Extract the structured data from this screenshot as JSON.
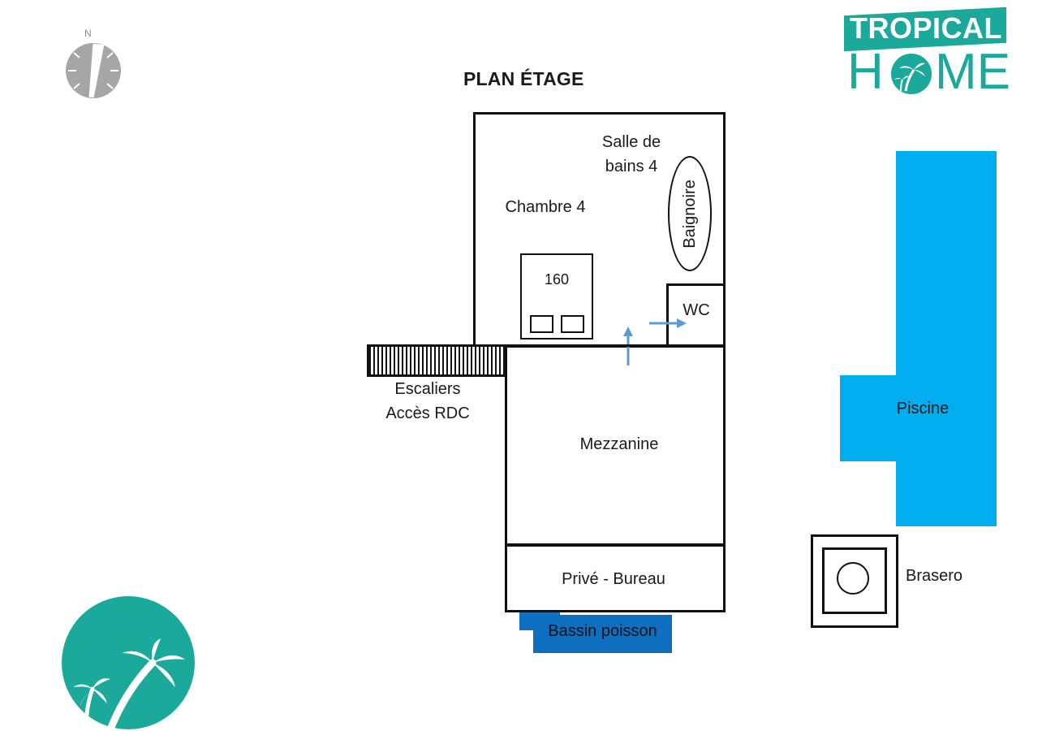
{
  "title": "PLAN ÉTAGE",
  "compass": {
    "north": "N"
  },
  "brand": {
    "line1": "TROPICAL",
    "line2_left": "H",
    "line2_right": "ME"
  },
  "rooms": {
    "bathroom": {
      "line1": "Salle de",
      "line2": "bains 4"
    },
    "bedroom": "Chambre 4",
    "bed_size": "160",
    "tub": "Baignoire",
    "wc": "WC",
    "stairs": {
      "line1": "Escaliers",
      "line2": "Accès RDC"
    },
    "mezzanine": "Mezzanine",
    "office": "Privé - Bureau",
    "fish_pond": "Bassin poisson",
    "pool": "Piscine",
    "brasero": "Brasero"
  },
  "colors": {
    "pool": "#00adee",
    "fish_pond": "#0e6fc0",
    "brand_teal": "#1aa99a",
    "arrow": "#5b9bd5",
    "compass": "#a6a6a6"
  }
}
